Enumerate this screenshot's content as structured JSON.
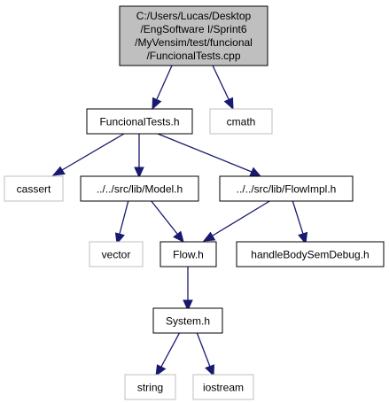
{
  "colors": {
    "root_fill": "#bfbfbf",
    "root_border": "#000000",
    "local_fill": "#ffffff",
    "local_border": "#000000",
    "system_border": "#bfbfbf",
    "edge": "#191970",
    "text": "#000000"
  },
  "nodes": {
    "root": {
      "lines": [
        "C:/Users/Lucas/Desktop",
        "/EngSoftware I/Sprint6",
        "/MyVensim/test/funcional",
        "/FuncionalTests.cpp"
      ]
    },
    "funcional_tests_h": {
      "label": "FuncionalTests.h"
    },
    "cmath": {
      "label": "cmath"
    },
    "cassert": {
      "label": "cassert"
    },
    "model_h": {
      "label": "../../src/lib/Model.h"
    },
    "flowimpl_h": {
      "label": "../../src/lib/FlowImpl.h"
    },
    "vector": {
      "label": "vector"
    },
    "flow_h": {
      "label": "Flow.h"
    },
    "handle_body_h": {
      "label": "handleBodySemDebug.h"
    },
    "system_h": {
      "label": "System.h"
    },
    "string": {
      "label": "string"
    },
    "iostream": {
      "label": "iostream"
    }
  }
}
